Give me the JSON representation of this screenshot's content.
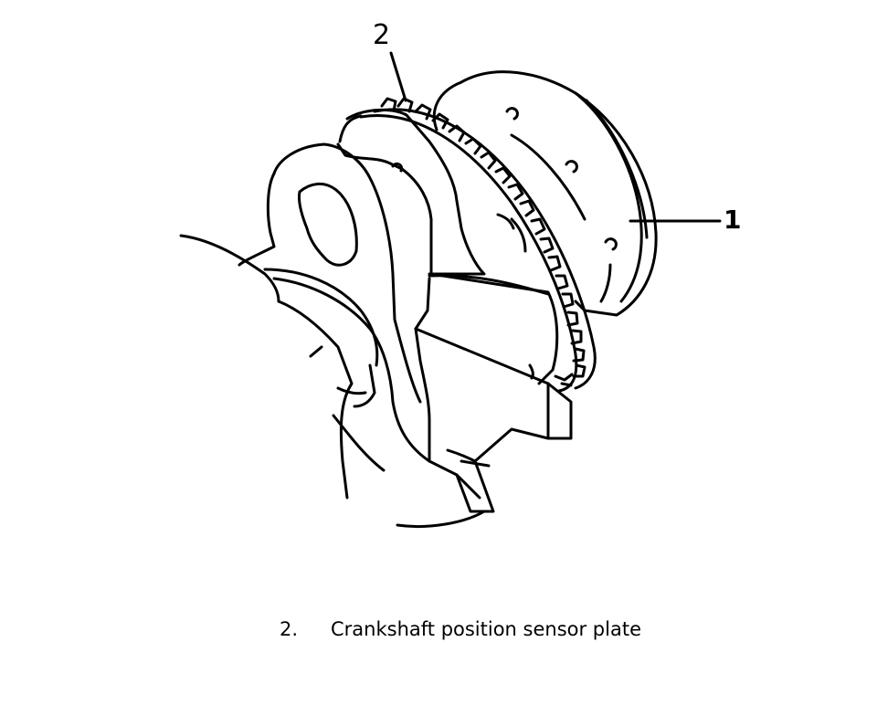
{
  "callouts": [
    {
      "id": "1",
      "label": "1"
    },
    {
      "id": "2",
      "label": "2"
    }
  ],
  "caption": {
    "number": "2.",
    "text": "Crankshaft position sensor plate"
  }
}
